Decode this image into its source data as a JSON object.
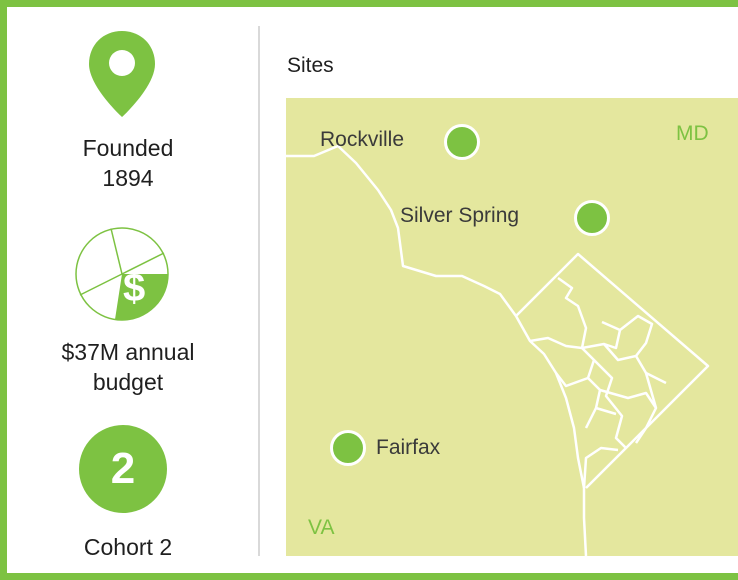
{
  "colors": {
    "accent": "#7dc242",
    "map_fill": "#e4e79e",
    "border": "#ffffff"
  },
  "stats": {
    "founded": {
      "icon": "location-pin-icon",
      "line1": "Founded",
      "line2": "1894"
    },
    "budget": {
      "icon": "pie-chart-dollar-icon",
      "symbol": "$",
      "line1": "$37M annual",
      "line2": "budget"
    },
    "cohort": {
      "icon": "number-badge-icon",
      "number": "2",
      "label": "Cohort 2"
    }
  },
  "map": {
    "title": "Sites",
    "states": {
      "md": "MD",
      "va": "VA"
    },
    "sites": [
      {
        "name": "Rockville"
      },
      {
        "name": "Silver Spring"
      },
      {
        "name": "Fairfax"
      }
    ]
  }
}
